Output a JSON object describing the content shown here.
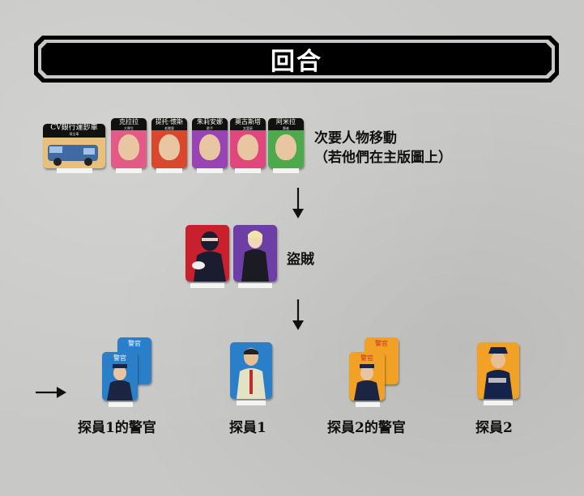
{
  "banner": {
    "title": "回合"
  },
  "npc_row": {
    "vehicle_label": "CV銀行運鈔車",
    "vehicle_sublabel": "保全車",
    "characters": [
      {
        "name": "克拉拉",
        "sub": "大學生",
        "bg": "#e35a86"
      },
      {
        "name": "提托·懷斯",
        "sub": "老賭客",
        "bg": "#d9472c"
      },
      {
        "name": "朱莉安娜",
        "sub": "歌手",
        "bg": "#9a43b5"
      },
      {
        "name": "奧古斯塔",
        "sub": "女富豪",
        "bg": "#e0487d"
      },
      {
        "name": "阿米拉",
        "sub": "舞者",
        "bg": "#4caa4a"
      }
    ],
    "label_line1": "次要人物移動",
    "label_line2": "（若他們在主版圖上）"
  },
  "thieves": {
    "label": "盜賊",
    "colors": [
      "#c9202d",
      "#6d3ea6"
    ]
  },
  "police_row": {
    "items": [
      {
        "label": "探員1的警官",
        "badge": "警官",
        "color": "#2b7fc8",
        "stacked": true
      },
      {
        "label": "探員1",
        "badge": "",
        "color": "#2b7fc8",
        "stacked": false
      },
      {
        "label": "探員2的警官",
        "badge": "警官",
        "color": "#f1a126",
        "stacked": true
      },
      {
        "label": "探員2",
        "badge": "",
        "color": "#f1a126",
        "stacked": false
      }
    ]
  },
  "icons": [
    "arrow-down-icon",
    "arrow-right-icon"
  ]
}
